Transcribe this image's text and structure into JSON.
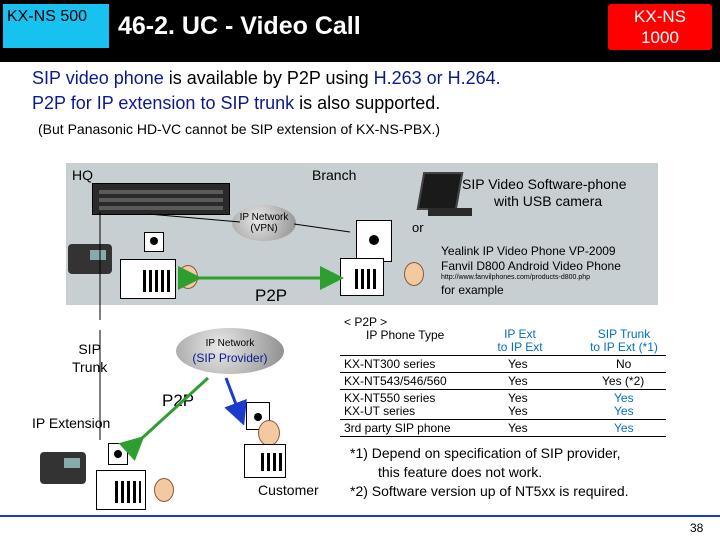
{
  "header": {
    "left_badge": "KX-NS 500",
    "title": "46-2. UC - Video Call",
    "right_badge_line1": "KX-NS",
    "right_badge_line2": "1000"
  },
  "intro": {
    "line1_a": "SIP video phone",
    "line1_b": " is available by P2P using ",
    "line1_c": "H.263 or H.264.",
    "line2_a": "P2P for IP extension to SIP trunk",
    "line2_b": " is also supported.",
    "note": "(But Panasonic HD-VC cannot be SIP extension of KX-NS-PBX.)"
  },
  "network": {
    "hq_label": "HQ",
    "branch_label": "Branch",
    "vpn_cloud_line1": "IP Network",
    "vpn_cloud_line2": "(VPN)",
    "p2p_label_top": "P2P",
    "or_label": "or",
    "softphone_line1": "SIP Video Software-phone",
    "softphone_line2": "with USB camera",
    "videophone_line1": "Yealink IP Video Phone VP-2009",
    "videophone_line2": "Fanvil D800 Android Video Phone",
    "url": "http://www.fanvilphones.com/products-d800.php",
    "for_example": "for example"
  },
  "lower": {
    "sip_trunk_line1": "SIP",
    "sip_trunk_line2": "Trunk",
    "sip_cloud_line1": "IP Network",
    "sip_cloud_line2": "(SIP Provider)",
    "p2p_label": "P2P",
    "ip_extension": "IP Extension",
    "customer": "Customer"
  },
  "table": {
    "caption": "< P2P >",
    "headers": [
      "IP Phone Type",
      "IP Ext\nto IP Ext",
      "SIP Trunk\nto IP Ext (*1)"
    ],
    "rows": [
      [
        "KX-NT300 series",
        "Yes",
        "No"
      ],
      [
        "KX-NT543/546/560",
        "Yes",
        "Yes (*2)"
      ],
      [
        "KX-NT550 series",
        "Yes",
        "Yes"
      ],
      [
        "KX-UT series",
        "Yes",
        "Yes"
      ],
      [
        "3rd party SIP phone",
        "Yes",
        "Yes"
      ]
    ]
  },
  "footnotes": {
    "n1_line1": "*1) Depend on specification of SIP provider,",
    "n1_line2": "this feature does not work.",
    "n2": "*2) Software version up of NT5xx is required."
  },
  "page_number": "38",
  "colors": {
    "accent_blue": "#17c2f0",
    "accent_red": "#ff0000",
    "highlight": "#0a1a8c",
    "table_cyan": "#0070c0",
    "arrow_green": "#2e9e2e",
    "arrow_blue": "#1a3ccc"
  }
}
